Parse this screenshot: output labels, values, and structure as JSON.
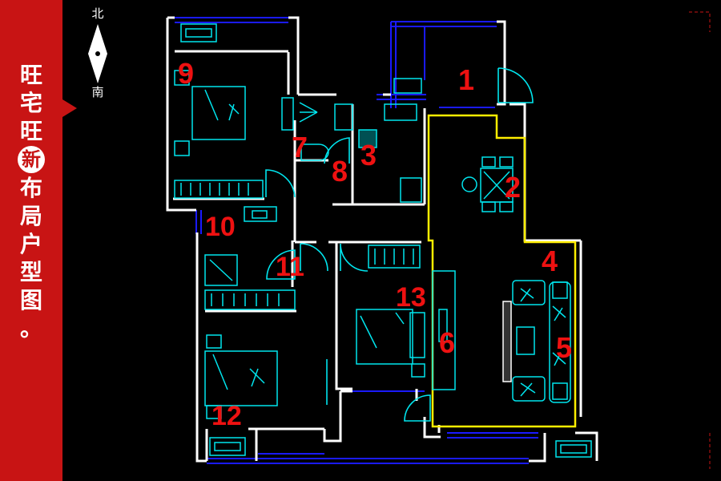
{
  "title": {
    "chars": [
      "旺",
      "宅",
      "旺",
      "新",
      "布",
      "局",
      "户",
      "型",
      "图",
      "。"
    ],
    "highlight_index": 3
  },
  "compass": {
    "north": "北",
    "south": "南"
  },
  "room_numbers": [
    "1",
    "2",
    "3",
    "4",
    "5",
    "6",
    "7",
    "8",
    "9",
    "10",
    "11",
    "12",
    "13"
  ],
  "colors": {
    "sidebar": "#c81414",
    "wall": "#ffffff",
    "window": "#1a1aff",
    "fixture": "#00e5ee",
    "label": "#ee1111",
    "living_outline": "#ffee00",
    "background": "#000000"
  }
}
